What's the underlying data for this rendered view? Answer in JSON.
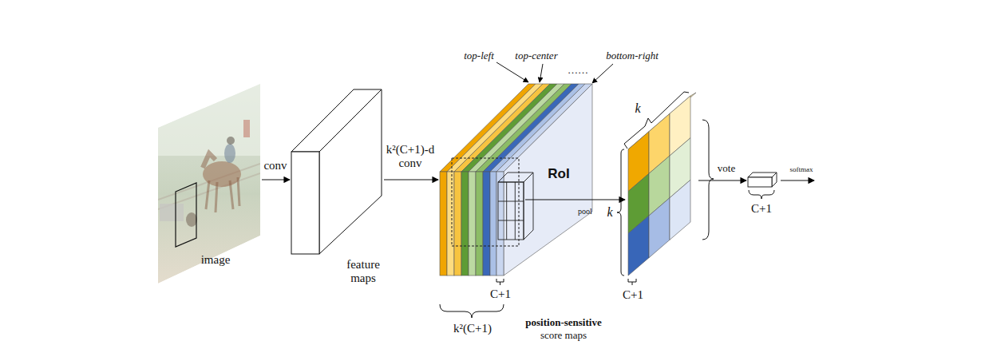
{
  "diagram": {
    "nodes": [
      {
        "text": [
          "image"
        ]
      },
      {
        "text": [
          "feature maps"
        ]
      },
      {
        "text": [
          "position-sensitive",
          "score maps"
        ]
      },
      {
        "text": [
          "RoI"
        ],
        "in": 2
      },
      {
        "text": [
          "k",
          "k",
          "C+1"
        ]
      },
      {
        "text": [
          "C+1"
        ]
      }
    ],
    "edges": [
      {
        "from": 0,
        "to": 1,
        "label": "conv",
        "arrow": "to"
      },
      {
        "from": 1,
        "to": 2,
        "label": "k²(C+1)-d conv",
        "arrow": "to"
      },
      {
        "from": 3,
        "to": 4,
        "label": "pool",
        "arrow": "to"
      },
      {
        "from": 4,
        "to": 5,
        "label": "vote",
        "arrow": "to"
      }
    ],
    "labels": [
      "top-left",
      "top-center",
      "bottom-right",
      "……",
      "C+1",
      "k²(C+1)",
      "softmax"
    ]
  }
}
